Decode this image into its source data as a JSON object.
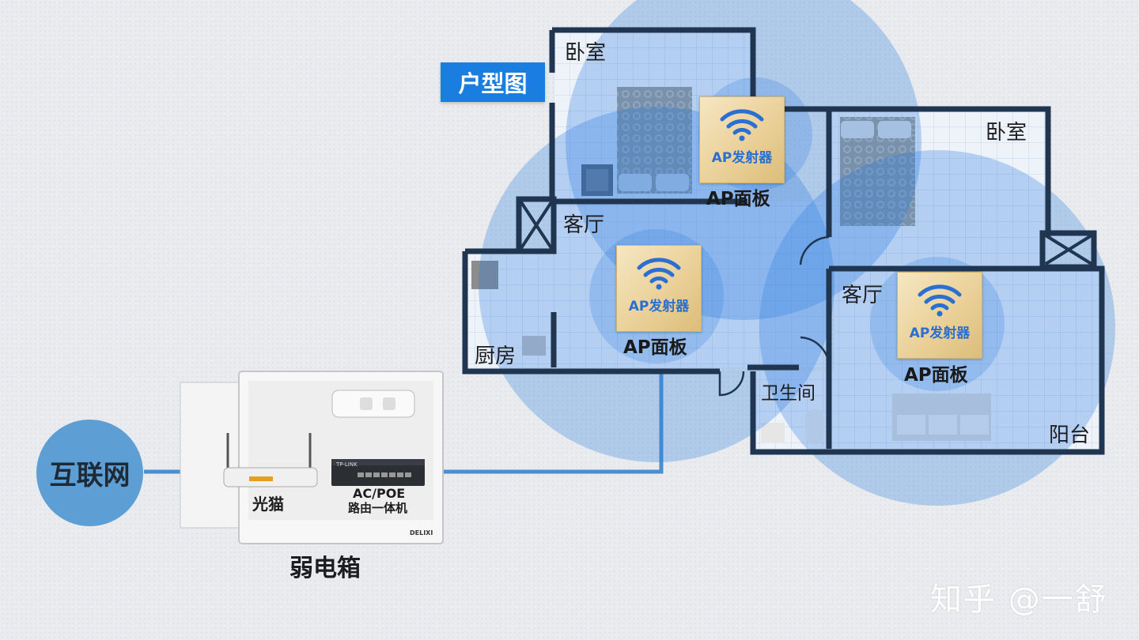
{
  "floorplan_tag": "户型图",
  "rooms": {
    "bedroom_1": "卧室",
    "bedroom_2": "卧室",
    "living_room_1": "客厅",
    "living_room_2": "客厅",
    "kitchen": "厨房",
    "bathroom": "卫生间",
    "balcony": "阳台"
  },
  "access_points": [
    {
      "card_label": "AP发射器",
      "panel_label": "AP面板"
    },
    {
      "card_label": "AP发射器",
      "panel_label": "AP面板"
    },
    {
      "card_label": "AP发射器",
      "panel_label": "AP面板"
    }
  ],
  "internet_label": "互联网",
  "cabinet": {
    "title": "弱电箱",
    "modem_label": "光猫",
    "router_label_line1": "AC/POE",
    "router_label_line2": "路由一体机",
    "router_brand": "TP-LINK",
    "cabinet_brand": "DELIXI"
  },
  "watermark": "知乎 @一舒",
  "colors": {
    "coverage": "#2f7fe0",
    "wall": "#1f3550",
    "tag": "#1a7de0",
    "internet": "#5d9fd4",
    "cable": "#4a8fd0"
  }
}
